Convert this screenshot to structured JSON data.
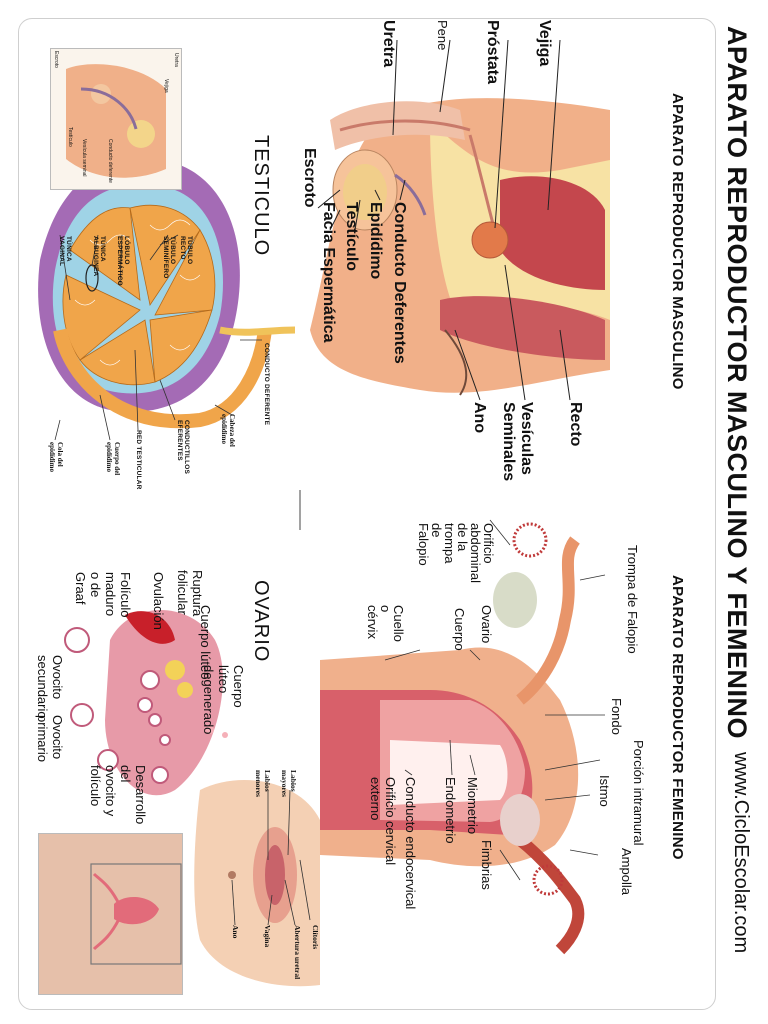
{
  "title": "APARATO REPRODUCTOR MASCULINO Y FEMENINO",
  "website": "www.CicloEscolar.com",
  "male": {
    "title": "APARATO REPRODUCTOR MASCULINO",
    "labels": {
      "vejiga": "Vejiga",
      "prostata": "Próstata",
      "pene": "Pene",
      "uretra": "Uretra",
      "escroto": "Escroto",
      "conducto_deferentes": "Conducto Deferentes",
      "epididimo": "Epidídimo",
      "testiculo": "Testículo",
      "facia_espermatica": "Facia Espermática",
      "recto": "Recto",
      "vesiculas_seminales": "Vesículas Seminales",
      "ano": "Ano"
    }
  },
  "testicle": {
    "title": "TESTICULO",
    "labels": {
      "tubulo_recto": "TÚBULO RECTO",
      "tubulo_seminifero": "TÚBULO SEMINÍFERO",
      "lobulo_espermatico": "LÓBULO ESPERMÁTICO",
      "tunica_albuginea": "TÚNICA ALBUGINEA",
      "tunica_vaginal": "TÚNICA VAGINAL",
      "conducto_deferente": "CONDUCTO DEFERENTE",
      "cabeza_epididimo": "Cabeza del epidídimo",
      "conductillos_eferentes": "CONDUCTILLOS EFERENTES",
      "red_testicular": "RED TESTICULAR",
      "cuerpo_epididimo": "Cuerpo del epidídimo",
      "cola_epididimo": "Cola del epidídimo"
    }
  },
  "female": {
    "title": "APARATO REPRODUCTOR FEMENINO",
    "labels": {
      "trompa_falopio": "Trompa de Falopio",
      "orificio_abdominal": "Orificio abdominal de la trompa de Falopio",
      "ovario": "Ovario",
      "cuello_cervix": "Cuello o cérvix",
      "cuerpo": "Cuerpo",
      "fondo": "Fondo",
      "porcion_intramural": "Porción intramural",
      "istmo": "Istmo",
      "ampolla": "Ampolla",
      "fimbrias": "Fimbrias",
      "miometrio": "Miometrio",
      "endometrio": "Endometrio",
      "conducto_endocervical": "Conducto endocervical",
      "orificio_cervical_externo": "Orificio cervical externo"
    }
  },
  "ovary": {
    "title": "OVARIO",
    "labels": {
      "cuerpo_luteo": "Cuerpo lúteo",
      "cuerpo_luteo_degenerado": "Cuerpo lúteo degenerado",
      "ruptura_folicular": "Ruptura folicular",
      "ovulacion": "Ovulación",
      "foliculo_maduro": "Folículo maduro o de Graaf",
      "ovocito_secundario": "Ovocito secundario",
      "ovocito_primario": "Ovocito primario",
      "desarrollo_ovocito": "Desarrollo del ovocito y folículo"
    }
  },
  "vulva": {
    "labels": {
      "labios_mayores": "Labios mayores",
      "labios_menores": "Labios menores",
      "clitoris": "Clítoris",
      "abertura_uretral": "Abertura uretral",
      "vagina": "Vagina",
      "ano": "Ano"
    }
  },
  "thumbnail": {
    "labels": [
      "Uretra",
      "Vejiga",
      "Vesícula seminal",
      "Testículo",
      "Conducto deferente",
      "Escroto"
    ]
  },
  "colors": {
    "frame": "#cfcfcf",
    "tissue": "#e8a07a",
    "muscle": "#c8454a",
    "fat": "#f3d58a",
    "tunica": "#a46bb5",
    "tubules": "#f0a54a",
    "ovary": "#e79aa8"
  }
}
